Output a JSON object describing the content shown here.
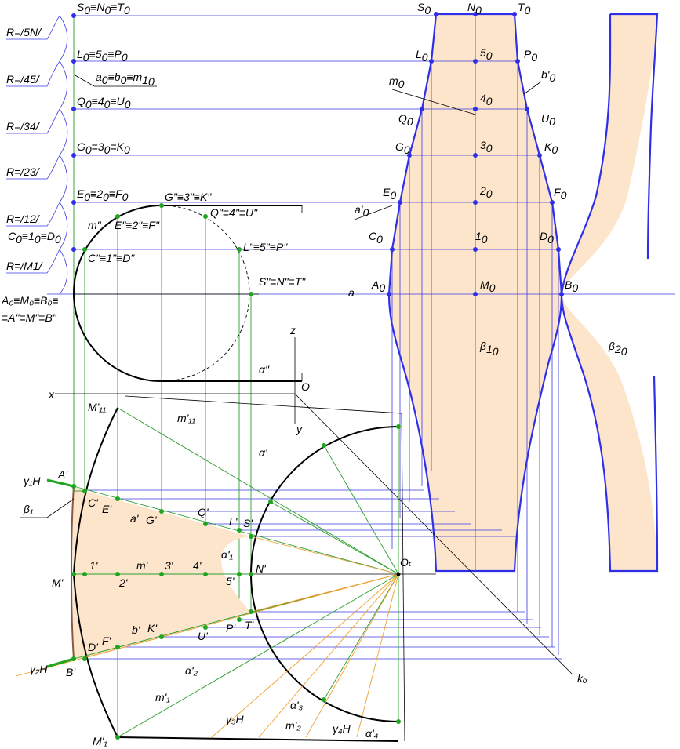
{
  "radius_labels": [
    {
      "label": "R=/5N/"
    },
    {
      "label": "R=/45/"
    },
    {
      "label": "R=/34/"
    },
    {
      "label": "R=/23/"
    },
    {
      "label": "R=/12/"
    },
    {
      "label": "R=/M1/"
    }
  ],
  "left_labels": [
    {
      "main": "S",
      "sub": "0",
      "rest": "≡N",
      "sub2": "0",
      "rest2": "≡T",
      "sub3": "0"
    },
    {
      "main": "L",
      "sub": "0",
      "rest": "≡5",
      "sub2": "0",
      "rest2": "≡P",
      "sub3": "0"
    },
    {
      "main": "a",
      "sub": "0",
      "rest": "≡b",
      "sub2": "0",
      "rest2": "≡m",
      "sub3": "1",
      "sub4": "0"
    },
    {
      "main": "Q",
      "sub": "0",
      "rest": "≡4",
      "sub2": "0",
      "rest2": "≡U",
      "sub3": "0"
    },
    {
      "main": "G",
      "sub": "0",
      "rest": "≡3",
      "sub2": "0",
      "rest2": "≡K",
      "sub3": "0"
    },
    {
      "main": "E",
      "sub": "0",
      "rest": "≡2",
      "sub2": "0",
      "rest2": "≡F",
      "sub3": "0"
    },
    {
      "main": "C",
      "sub": "0",
      "rest": "≡1",
      "sub2": "0",
      "rest2": "≡D",
      "sub3": "0"
    }
  ],
  "front_labels": {
    "amb": "A₀≡M₀≡B₀≡",
    "amb2": "≡A\"≡M\"≡B\"",
    "ghk": "G\"≡3\"≡K\"",
    "efq": "E\"≡2\"≡F\"",
    "qu": "Q\"≡4\"≡U\"",
    "cd": "C\"≡1\"≡D\"",
    "lp": "L\"≡5\"≡P\"",
    "snt": "S\"≡N\"≡T\"",
    "m2": "m\"",
    "alpha2": "α\"",
    "z": "z",
    "x": "x",
    "o": "O",
    "y": "y"
  },
  "right_labels": {
    "s0": "S",
    "n0": "N",
    "t0": "T",
    "l0": "L",
    "five0": "5",
    "p0": "P",
    "m0": "m",
    "b0p": "b'",
    "four0": "4",
    "q0": "Q",
    "u0": "U",
    "g0": "G",
    "three0": "3",
    "k0": "K",
    "e0": "E",
    "two0": "2",
    "f0": "F",
    "a0p": "a'",
    "c0": "C",
    "one0": "1",
    "d0": "D",
    "a": "a",
    "a0": "A",
    "m0b": "M",
    "b0": "B",
    "beta1": "β",
    "beta1sub": "1",
    "beta1sub2": "0",
    "beta2": "β",
    "beta2sub": "2",
    "beta2sub2": "0"
  },
  "plan_labels": {
    "m11": "M'₁₁",
    "mp11": "m'₁₁",
    "alphap": "α'",
    "gamma1h": "γ₁H",
    "ap": "A'",
    "cp": "C'",
    "ep": "E'",
    "ap_curve": "a'",
    "gp": "G'",
    "qp": "Q'",
    "lp": "L'",
    "sp": "S'",
    "beta1": "β₁",
    "alpha1": "α'₁",
    "mp": "M'",
    "onep": "1'",
    "twop": "2'",
    "mprime": "m'",
    "threep": "3'",
    "fourp": "4'",
    "fivep": "5'",
    "np": "N'",
    "ot": "Oₜ",
    "bp_curve": "b'",
    "kp": "K'",
    "up": "U'",
    "pp": "P'",
    "tp": "T'",
    "dp": "D'",
    "fp": "F'",
    "gamma2h": "γ₂H",
    "bp": "B'",
    "alpha2": "α'₂",
    "mp1": "m'₁",
    "gamma3h": "γ₃H",
    "alpha3": "α'₃",
    "mp2": "m'₂",
    "gamma4h": "γ₄H",
    "alpha4": "α'₄",
    "m1": "M'₁",
    "ko": "kₒ"
  },
  "colors": {
    "blue": "#2f2fe8",
    "green": "#1fa51f",
    "orange_fill": "#fde5cc",
    "orange_line": "#f0a030"
  }
}
